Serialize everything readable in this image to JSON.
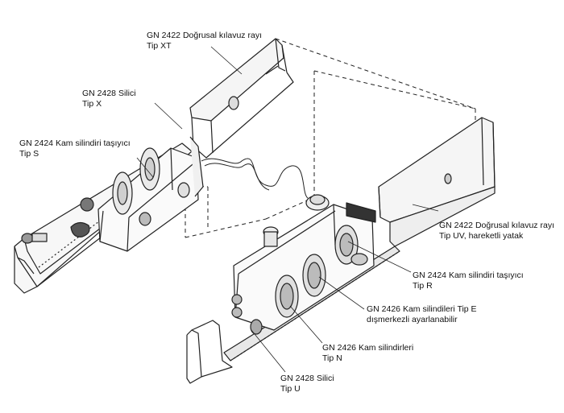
{
  "labels": [
    {
      "id": "guide-rail-xt",
      "line1": "GN 2422 Doğrusal kılavuz rayı",
      "line2": "Tip XT"
    },
    {
      "id": "wiper-x",
      "line1": "GN 2428 Silici",
      "line2": "Tip X"
    },
    {
      "id": "carrier-s",
      "line1": "GN 2424 Kam silindiri taşıyıcı",
      "line2": "Tip S"
    },
    {
      "id": "guide-rail-uv",
      "line1": "GN 2422 Doğrusal kılavuz rayı",
      "line2": "Tip UV, hareketli yatak"
    },
    {
      "id": "carrier-r",
      "line1": "GN 2424 Kam silindiri taşıyıcı",
      "line2": "Tip R"
    },
    {
      "id": "cam-rollers-e",
      "line1": "GN 2426 Kam silindileri Tip E",
      "line2": "dışmerkezli ayarlanabilir"
    },
    {
      "id": "cam-rollers-n",
      "line1": "GN 2426 Kam silindirleri",
      "line2": "Tip N"
    },
    {
      "id": "wiper-u",
      "line1": "GN 2428 Silici",
      "line2": "Tip U"
    }
  ]
}
